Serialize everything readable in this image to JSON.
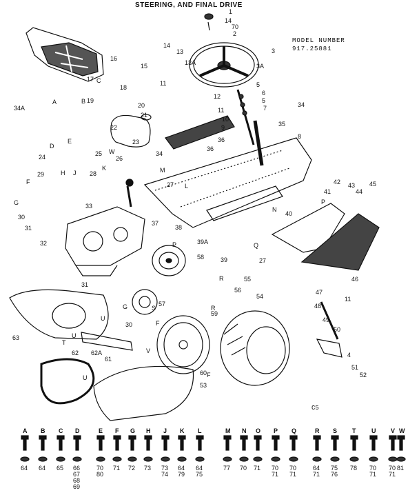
{
  "title": "STEERING, AND FINAL DRIVE",
  "model_label": "MODEL NUMBER",
  "model_number": "917.25881",
  "code": "C5",
  "callouts": [
    {
      "t": "1"
    },
    {
      "t": "14"
    },
    {
      "t": "70"
    },
    {
      "t": "2"
    },
    {
      "t": "3"
    },
    {
      "t": "3A"
    },
    {
      "t": "16"
    },
    {
      "t": "14"
    },
    {
      "t": "13"
    },
    {
      "t": "13A"
    },
    {
      "t": "15"
    },
    {
      "t": "11"
    },
    {
      "t": "17"
    },
    {
      "t": "C"
    },
    {
      "t": "18"
    },
    {
      "t": "A"
    },
    {
      "t": "B"
    },
    {
      "t": "19"
    },
    {
      "t": "34A"
    },
    {
      "t": "12"
    },
    {
      "t": "5"
    },
    {
      "t": "6"
    },
    {
      "t": "5"
    },
    {
      "t": "7"
    },
    {
      "t": "34"
    },
    {
      "t": "20"
    },
    {
      "t": "21"
    },
    {
      "t": "11"
    },
    {
      "t": "10"
    },
    {
      "t": "9"
    },
    {
      "t": "35"
    },
    {
      "t": "22"
    },
    {
      "t": "23"
    },
    {
      "t": "36"
    },
    {
      "t": "8"
    },
    {
      "t": "24"
    },
    {
      "t": "D"
    },
    {
      "t": "E"
    },
    {
      "t": "25"
    },
    {
      "t": "W"
    },
    {
      "t": "26"
    },
    {
      "t": "34"
    },
    {
      "t": "36"
    },
    {
      "t": "29"
    },
    {
      "t": "H"
    },
    {
      "t": "J"
    },
    {
      "t": "28"
    },
    {
      "t": "K"
    },
    {
      "t": "27"
    },
    {
      "t": "F"
    },
    {
      "t": "G"
    },
    {
      "t": "33"
    },
    {
      "t": "30"
    },
    {
      "t": "31"
    },
    {
      "t": "32"
    },
    {
      "t": "37"
    },
    {
      "t": "38"
    },
    {
      "t": "41"
    },
    {
      "t": "42"
    },
    {
      "t": "43"
    },
    {
      "t": "44"
    },
    {
      "t": "45"
    },
    {
      "t": "40"
    },
    {
      "t": "N"
    },
    {
      "t": "P"
    },
    {
      "t": "L"
    },
    {
      "t": "39A"
    },
    {
      "t": "Q"
    },
    {
      "t": "58"
    },
    {
      "t": "39"
    },
    {
      "t": "27"
    },
    {
      "t": "55"
    },
    {
      "t": "R"
    },
    {
      "t": "56"
    },
    {
      "t": "46"
    },
    {
      "t": "31"
    },
    {
      "t": "47"
    },
    {
      "t": "48"
    },
    {
      "t": "11"
    },
    {
      "t": "54"
    },
    {
      "t": "57"
    },
    {
      "t": "59"
    },
    {
      "t": "49"
    },
    {
      "t": "G"
    },
    {
      "t": "30"
    },
    {
      "t": "U"
    },
    {
      "t": "F"
    },
    {
      "t": "50"
    },
    {
      "t": "63"
    },
    {
      "t": "T"
    },
    {
      "t": "U"
    },
    {
      "t": "62"
    },
    {
      "t": "62A"
    },
    {
      "t": "61"
    },
    {
      "t": "V"
    },
    {
      "t": "F"
    },
    {
      "t": "60"
    },
    {
      "t": "4"
    },
    {
      "t": "51"
    },
    {
      "t": "52"
    },
    {
      "t": "53"
    },
    {
      "t": "U"
    },
    {
      "t": "S"
    },
    {
      "t": "M"
    },
    {
      "t": "P"
    },
    {
      "t": "R"
    }
  ],
  "hardware": [
    {
      "letter": "A",
      "parts": [
        "64"
      ]
    },
    {
      "letter": "B",
      "parts": [
        "64"
      ]
    },
    {
      "letter": "C",
      "parts": [
        "65"
      ]
    },
    {
      "letter": "D",
      "parts": [
        "66",
        "67",
        "68",
        "69"
      ]
    },
    {
      "letter": "E",
      "parts": [
        "70",
        "80"
      ]
    },
    {
      "letter": "F",
      "parts": [
        "71"
      ]
    },
    {
      "letter": "G",
      "parts": [
        "72"
      ]
    },
    {
      "letter": "H",
      "parts": [
        "73"
      ]
    },
    {
      "letter": "J",
      "parts": [
        "73",
        "74"
      ]
    },
    {
      "letter": "K",
      "parts": [
        "64",
        "79"
      ]
    },
    {
      "letter": "L",
      "parts": [
        "64",
        "75"
      ]
    },
    {
      "letter": "M",
      "parts": [
        "77"
      ]
    },
    {
      "letter": "N",
      "parts": [
        "70"
      ]
    },
    {
      "letter": "O",
      "parts": [
        "71"
      ]
    },
    {
      "letter": "P",
      "parts": [
        "70",
        "71"
      ]
    },
    {
      "letter": "Q",
      "parts": [
        "70",
        "71"
      ]
    },
    {
      "letter": "R",
      "parts": [
        "64",
        "71"
      ]
    },
    {
      "letter": "S",
      "parts": [
        "75",
        "76"
      ]
    },
    {
      "letter": "T",
      "parts": [
        "78"
      ]
    },
    {
      "letter": "U",
      "parts": [
        "70",
        "71"
      ]
    },
    {
      "letter": "V",
      "parts": [
        "70",
        "71"
      ]
    },
    {
      "letter": "W",
      "parts": [
        "81"
      ]
    }
  ]
}
